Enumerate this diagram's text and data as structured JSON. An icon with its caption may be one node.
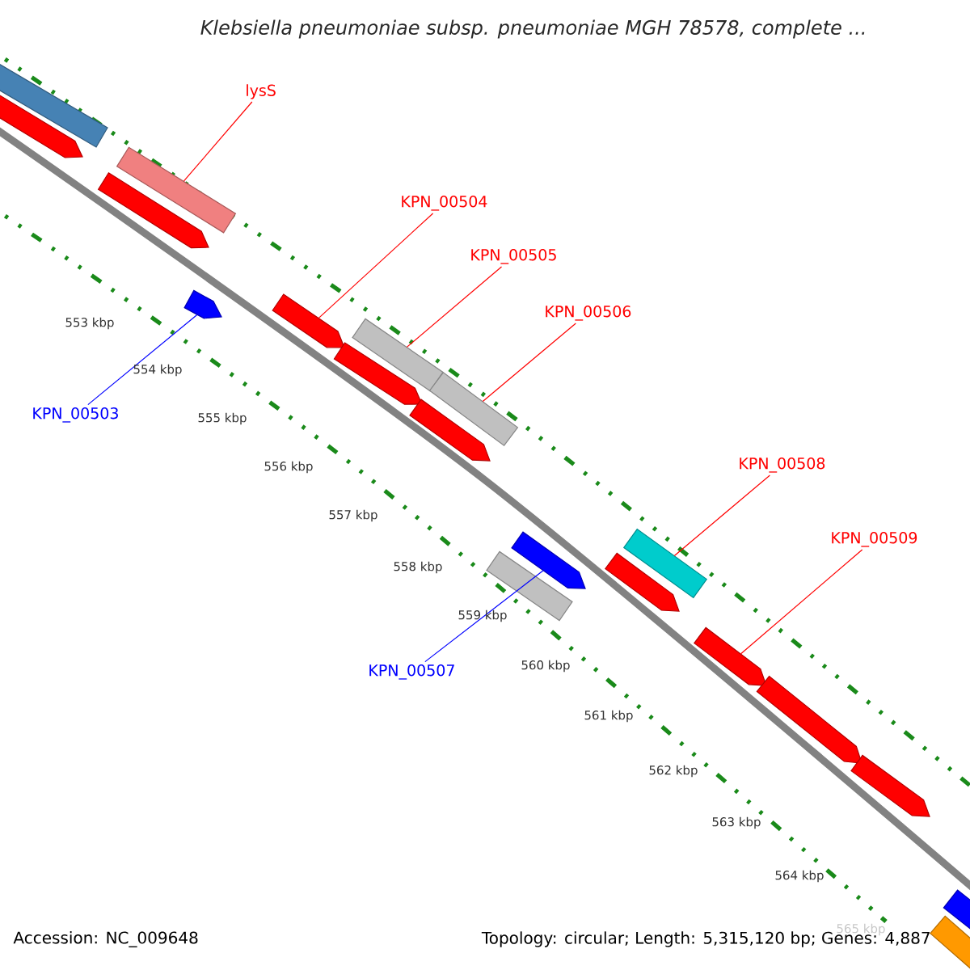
{
  "diagram": {
    "title": "Klebsiella pneumoniae subsp. pneumoniae MGH 78578, complete ...",
    "nodes": [
      {
        "text": [
          "lysS"
        ]
      },
      {
        "text": [
          "KPN_00504"
        ]
      },
      {
        "text": [
          "KPN_00505"
        ]
      },
      {
        "text": [
          "KPN_00506"
        ]
      },
      {
        "text": [
          "KPN_00503"
        ]
      },
      {
        "text": [
          "KPN_00508"
        ]
      },
      {
        "text": [
          "KPN_00509"
        ]
      },
      {
        "text": [
          "KPN_00507"
        ]
      },
      {
        "text": [],
        "shape": "bar"
      },
      {
        "text": [],
        "shape": "bar"
      },
      {
        "text": [],
        "shape": "bar"
      },
      {
        "text": [],
        "shape": "bar"
      },
      {
        "text": [],
        "shape": "bar"
      },
      {
        "text": [],
        "shape": "bar"
      },
      {
        "text": [],
        "shape": "bar"
      },
      {
        "text": [],
        "shape": "bar"
      },
      {
        "text": [],
        "shape": "bar"
      },
      {
        "text": [],
        "shape": "bar"
      },
      {
        "text": [],
        "shape": "bar"
      },
      {
        "text": [],
        "shape": "bar"
      },
      {
        "text": [],
        "shape": "bar"
      },
      {
        "text": [],
        "shape": "bar"
      },
      {
        "text": [],
        "shape": "bar"
      },
      {
        "text": [],
        "shape": "bar"
      },
      {
        "text": [],
        "shape": "bar"
      },
      {
        "text": [],
        "shape": "bar"
      },
      {
        "text": [],
        "shape": "bar"
      }
    ],
    "edges": [
      {
        "from": 0,
        "to": 11,
        "arrow": "none"
      },
      {
        "from": 1,
        "to": 13,
        "arrow": "none"
      },
      {
        "from": 2,
        "to": 15,
        "arrow": "none"
      },
      {
        "from": 3,
        "to": 17,
        "arrow": "none"
      },
      {
        "from": 4,
        "to": 12,
        "arrow": "none",
        "color": "#0000ff"
      },
      {
        "from": 5,
        "to": 21,
        "arrow": "none"
      },
      {
        "from": 6,
        "to": 22,
        "arrow": "none"
      },
      {
        "from": 7,
        "to": 19,
        "arrow": "none",
        "color": "#0000ff"
      }
    ],
    "labels": [
      "553 kbp",
      "554 kbp",
      "555 kbp",
      "556 kbp",
      "557 kbp",
      "558 kbp",
      "559 kbp",
      "560 kbp",
      "561 kbp",
      "562 kbp",
      "563 kbp",
      "564 kbp",
      "565 kbp",
      "Accession: NC_009648",
      "Topology: circular; Length: 5,315,120 bp; Genes: 4,887"
    ]
  }
}
